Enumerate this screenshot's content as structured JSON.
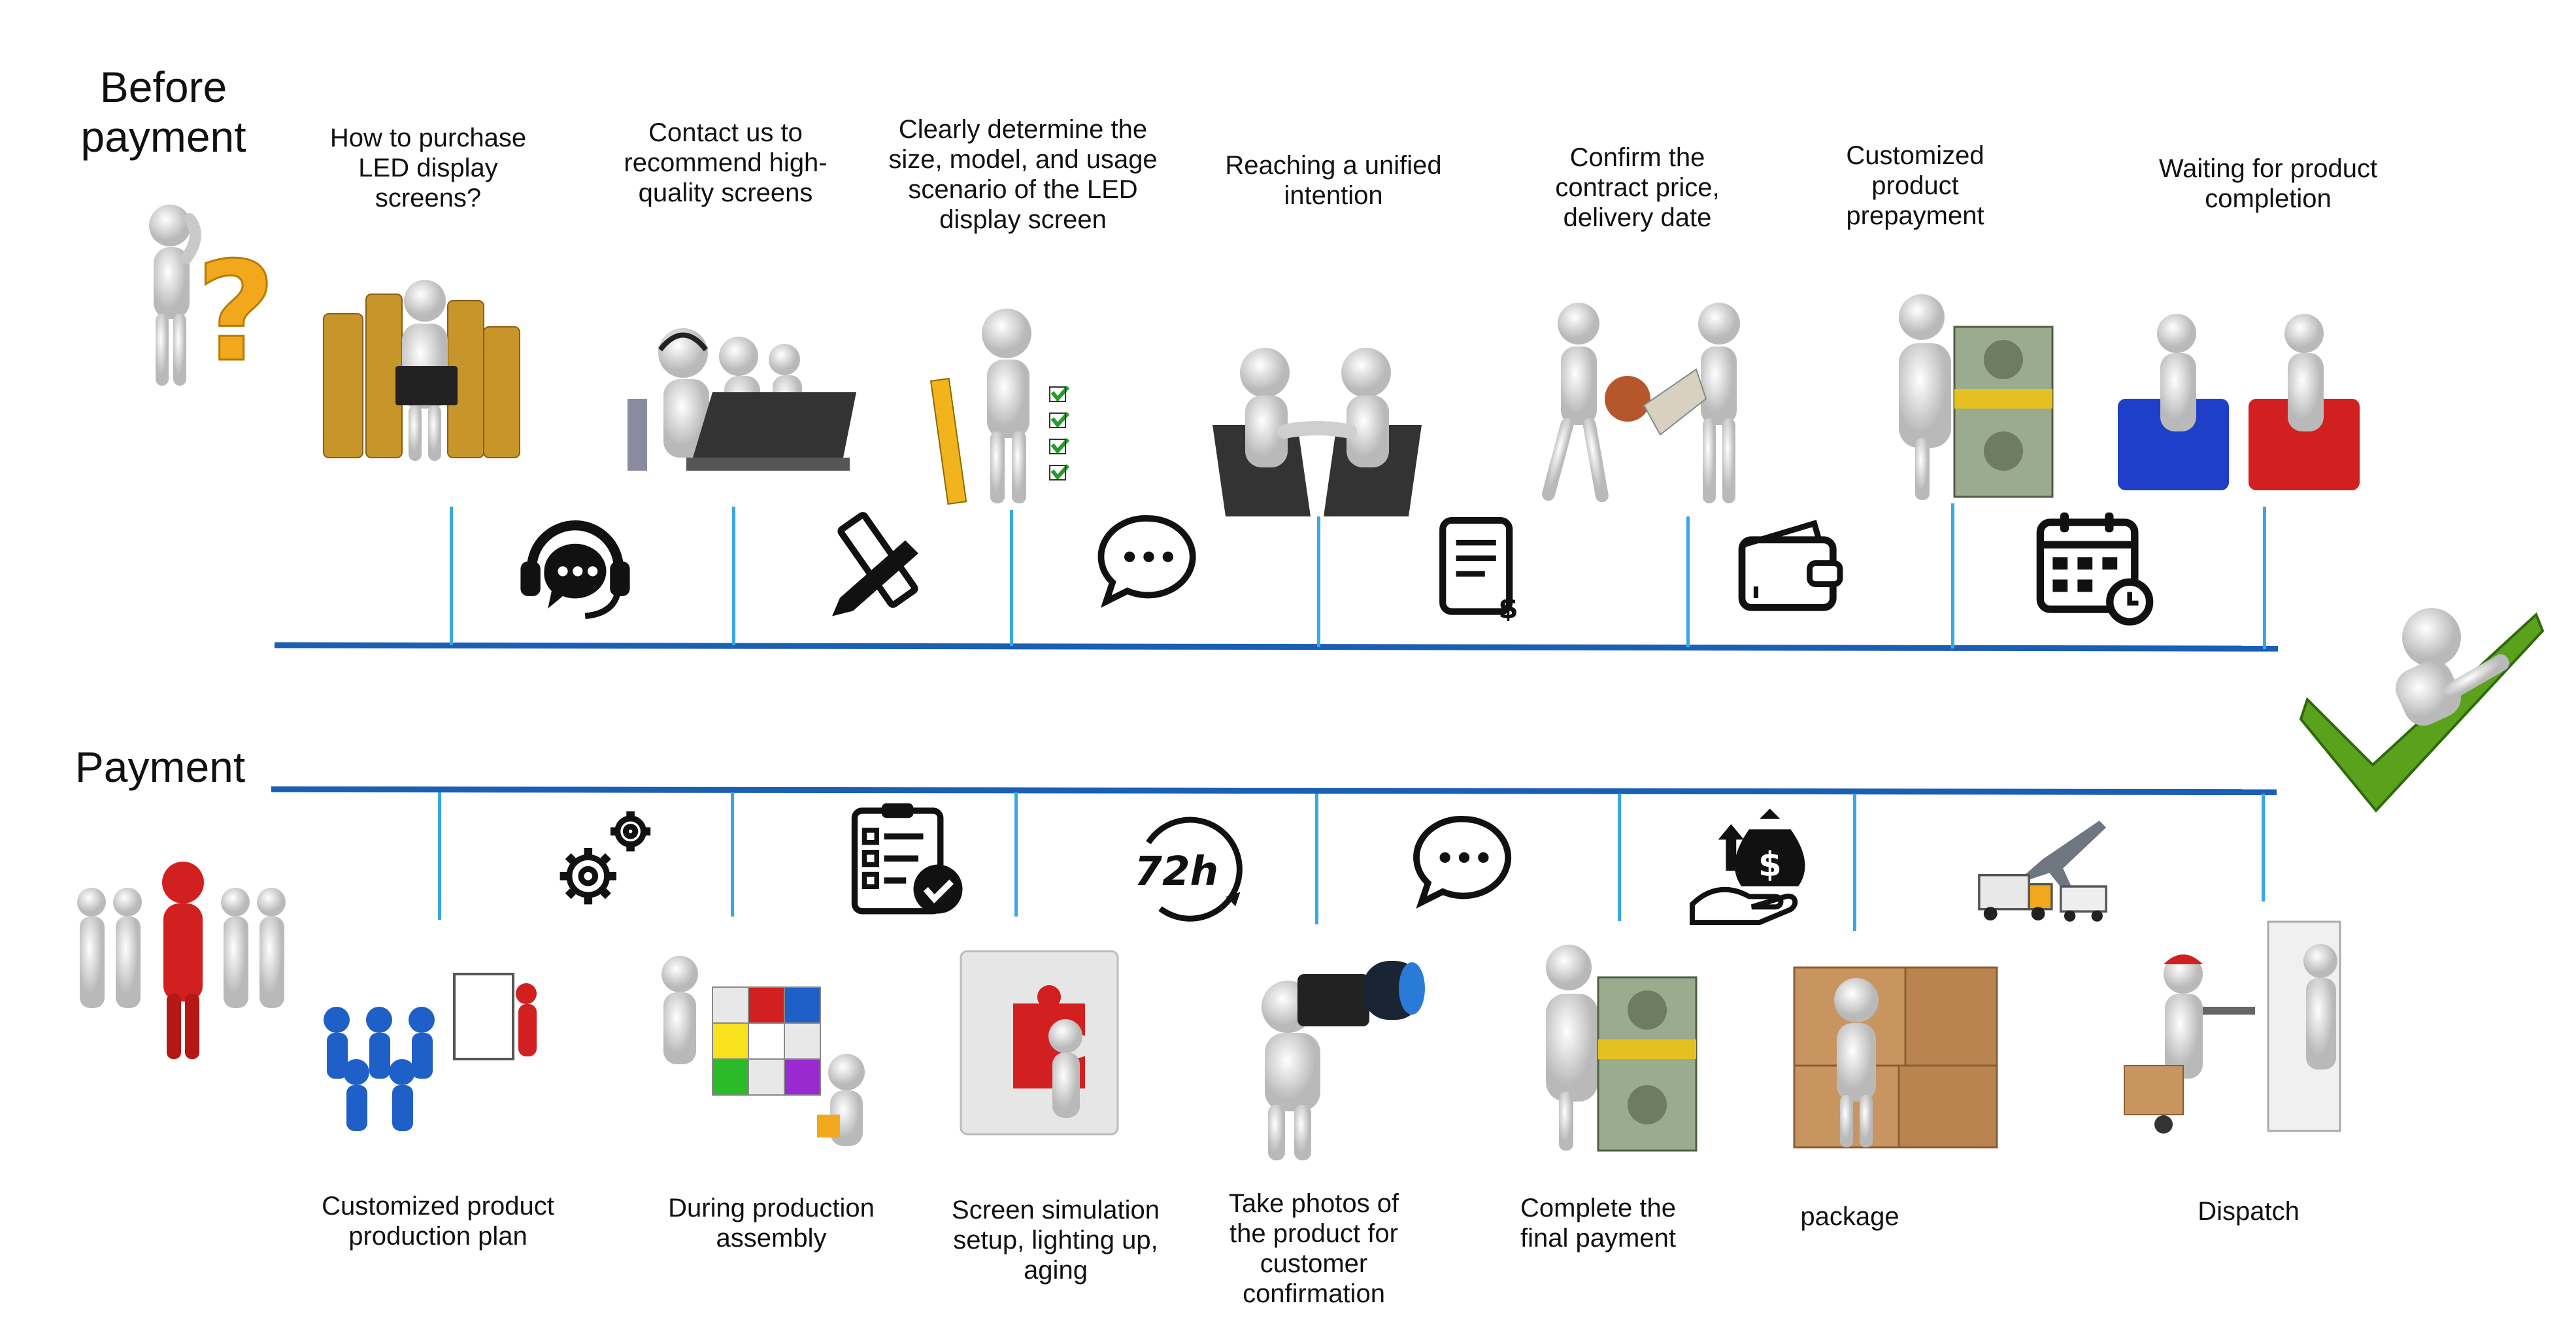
{
  "before": {
    "title": "Before\npayment",
    "steps": [
      {
        "label": "How to purchase LED display screens?"
      },
      {
        "label": "Contact us to recommend high-quality screens"
      },
      {
        "label": "Clearly determine the size, model, and usage scenario of the LED display screen"
      },
      {
        "label": "Reaching a unified intention"
      },
      {
        "label": "Confirm the contract price, delivery date"
      },
      {
        "label": "Customized product prepayment"
      },
      {
        "label": "Waiting for product completion"
      }
    ],
    "icons": [
      "customer-service-icon",
      "pen-ruler-icon",
      "chat-bubble-icon",
      "invoice-icon",
      "wallet-icon",
      "calendar-clock-icon"
    ]
  },
  "payment": {
    "title": "Payment",
    "steps": [
      {
        "label": "Customized product production plan"
      },
      {
        "label": "During production assembly"
      },
      {
        "label": "Screen simulation setup, lighting up, aging"
      },
      {
        "label": "Take photos of the product for customer confirmation"
      },
      {
        "label": "Complete the final payment"
      },
      {
        "label": "package"
      },
      {
        "label": "Dispatch"
      }
    ],
    "icons": [
      "gears-icon",
      "checklist-icon",
      "72h-timer-icon",
      "chat-bubble-icon",
      "money-bag-hand-icon",
      "logistics-icon"
    ],
    "timer_text": "72h"
  },
  "colors": {
    "timeline": "#1a5fb4",
    "connector": "#3aa6e8",
    "checkmark": "#5aa21c",
    "accent_red": "#d21f1f",
    "accent_blue": "#1f5fc8",
    "gold": "#f2a81d"
  }
}
